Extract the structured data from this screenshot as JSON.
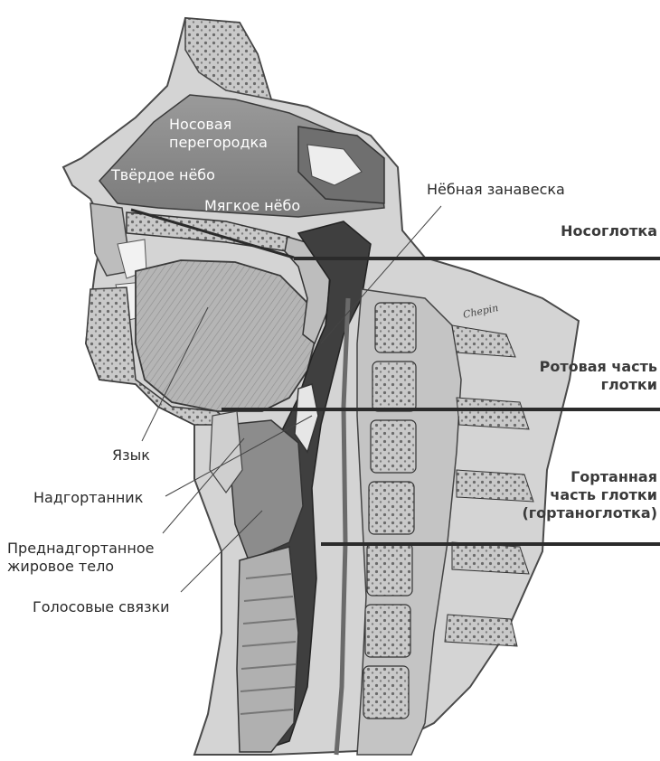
{
  "labels": {
    "nasal_septum": [
      "Носовая",
      "перегородка"
    ],
    "hard_palate": "Твёрдое нёбо",
    "soft_palate": "Мягкое нёбо",
    "velum": "Нёбная занавеска",
    "tongue": "Язык",
    "epiglottis": "Надгортанник",
    "pre_epiglottic_fat": [
      "Преднадгортанное",
      "жировое тело"
    ],
    "vocal_cords": "Голосовые связки"
  },
  "regions": {
    "nasopharynx": "Носоглотка",
    "oropharynx": [
      "Ротовая часть",
      "глотки"
    ],
    "laryngopharynx": [
      "Гортанная",
      "часть глотки",
      "(гортаноглотка)"
    ]
  },
  "signature": "Chepin",
  "colors": {
    "label_text": "#2a2a2a",
    "region_text": "#3a3a3a",
    "pointer_line": "#2b2b2b",
    "tissue_light": "#d9d9d9",
    "tissue_mid": "#a7a7a7",
    "tissue_dark": "#3f3f3f"
  }
}
